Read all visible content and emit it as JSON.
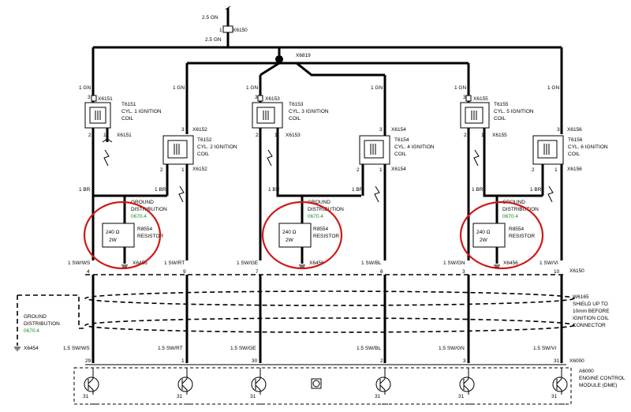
{
  "supply": {
    "wire_top": "2.5 GN",
    "pin": "1",
    "connector": "X6150",
    "wire_bottom": "2.5 GN",
    "splice": "X6819"
  },
  "coils": [
    {
      "id": "T6151",
      "desc1": "CYL. 1 IGNITION",
      "desc2": "COIL",
      "conn_top": "X6151",
      "conn_bottom": "X6151",
      "feed": "1 GN",
      "pin_top": "3",
      "pin_bottom": "1",
      "pin_mid": "2",
      "ground_wire": "1 BR",
      "signal_wire": "1 SW/WS",
      "module_pin": "29",
      "module_wire": "1.5 SW/WS",
      "ecm_pin": "4"
    },
    {
      "id": "T6152",
      "desc1": "CYL. 2 IGNITION",
      "desc2": "COIL",
      "conn_top": "X6152",
      "conn_bottom": "X6152",
      "feed": "1 GN",
      "pin_top": "3",
      "pin_bottom": "1",
      "pin_mid": "2",
      "ground_wire": "1 BR",
      "signal_wire": "1 SW/RT",
      "module_pin": "1",
      "module_wire": "1.5 SW/RT",
      "ecm_pin": "9"
    },
    {
      "id": "T6153",
      "desc1": "CYL. 3 IGNITION",
      "desc2": "COIL",
      "conn_top": "X6153",
      "conn_bottom": "X6153",
      "feed": "1 GN",
      "pin_top": "3",
      "pin_bottom": "1",
      "pin_mid": "2",
      "ground_wire": "1 BR",
      "signal_wire": "1 SW/GE",
      "module_pin": "30",
      "module_wire": "1.5 SW/GE",
      "ecm_pin": "7"
    },
    {
      "id": "T6154",
      "desc1": "CYL. 4 IGNITION",
      "desc2": "COIL",
      "conn_top": "X6154",
      "conn_bottom": "X6154",
      "feed": "1 GN",
      "pin_top": "3",
      "pin_bottom": "1",
      "pin_mid": "2",
      "ground_wire": "1 BR",
      "signal_wire": "1 SW/BL",
      "module_pin": "2",
      "module_wire": "1.5 SW/BL",
      "ecm_pin": "6"
    },
    {
      "id": "T6155",
      "desc1": "CYL. 5 IGNITION",
      "desc2": "COIL",
      "conn_top": "X6155",
      "conn_bottom": "X6155",
      "feed": "1 GN",
      "pin_top": "3",
      "pin_bottom": "1",
      "pin_mid": "2",
      "ground_wire": "1 BR",
      "signal_wire": "1 SW/GN",
      "module_pin": "3",
      "module_wire": "1.5 SW/GN",
      "ecm_pin": "3"
    },
    {
      "id": "T6156",
      "desc1": "CYL. 6 IGNITION",
      "desc2": "COIL",
      "conn_top": "X6156",
      "conn_bottom": "X6156",
      "feed": "1 GN",
      "pin_top": "3",
      "pin_bottom": "1",
      "pin_mid": "2",
      "ground_wire": "1 BR",
      "signal_wire": "1 SW/VI",
      "module_pin": "31",
      "module_wire": "1.5 SW/VI",
      "ecm_pin": "10"
    }
  ],
  "resistors": [
    {
      "value": "240 Ω",
      "power": "2W",
      "id": "R8554",
      "label": "RESISTOR",
      "conn": "X6456",
      "ground_l1": "GROUND",
      "ground_l2": "DISTRIBUTION",
      "ground_ref": "0670.4"
    },
    {
      "value": "240 Ω",
      "power": "2W",
      "id": "R8554",
      "label": "RESISTOR",
      "conn": "X6456",
      "ground_l1": "GROUND",
      "ground_l2": "DISTRIBUTION",
      "ground_ref": "0670.4"
    },
    {
      "value": "240 Ω",
      "power": "2W",
      "id": "R8554",
      "label": "RESISTOR",
      "conn": "X6456",
      "ground_l1": "GROUND",
      "ground_l2": "DISTRIBUTION",
      "ground_ref": "0670.4"
    }
  ],
  "harness_connector": "X6150",
  "shield": {
    "id": "W6165",
    "line1": "SHIELD UP TO",
    "line2": "10mm BEFORE",
    "line3": "IGNITION COIL",
    "line4": "CONNECTOR"
  },
  "left_ground": {
    "l1": "GROUND",
    "l2": "DISTRIBUTION",
    "ref": "0670.4",
    "conn": "X6454"
  },
  "module": {
    "conn": "X6000",
    "id": "A6000",
    "line1": "ENGINE CONTROL",
    "line2": "MODULE (DME)",
    "ground_pin": "31"
  }
}
